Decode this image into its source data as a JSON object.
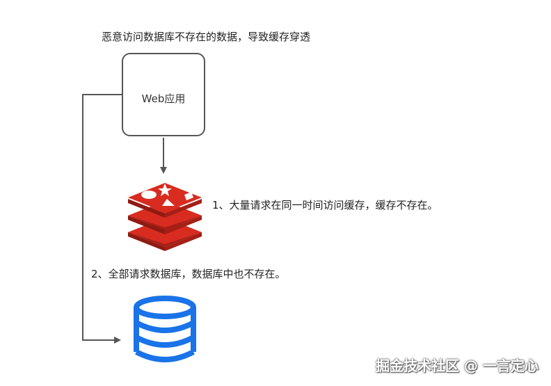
{
  "title": "恶意访问数据库不存在的数据，导致缓存穿透",
  "web_app": {
    "label": "Web应用"
  },
  "cache": {
    "icon": "redis-icon",
    "color": "#d82c20"
  },
  "database": {
    "icon": "database-icon",
    "color": "#1a73e8"
  },
  "steps": {
    "step1": "1、大量请求在同一时间访问缓存，缓存不存在。",
    "step2": "2、全部请求数据库，数据库中也不存在。"
  },
  "watermark": "掘金技术社区 @ 一言定心",
  "colors": {
    "connector": "#555555",
    "box_border": "#555555"
  }
}
